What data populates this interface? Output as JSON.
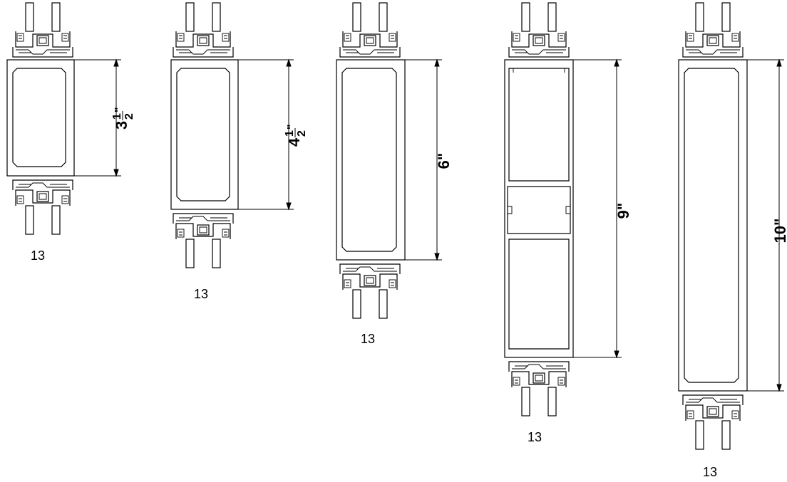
{
  "profiles": [
    {
      "depth_in": 3.5,
      "dim_whole": "3",
      "dim_frac_num": "1",
      "dim_frac_den": "2",
      "dim_inch": "\"",
      "caption": "13"
    },
    {
      "depth_in": 4.5,
      "dim_whole": "4",
      "dim_frac_num": "1",
      "dim_frac_den": "2",
      "dim_inch": "\"",
      "caption": "13"
    },
    {
      "depth_in": 6,
      "dim_label": "6\"",
      "caption": "13"
    },
    {
      "depth_in": 9,
      "dim_label": "9\"",
      "caption": "13"
    },
    {
      "depth_in": 10,
      "dim_label": "10\"",
      "caption": "13"
    }
  ]
}
